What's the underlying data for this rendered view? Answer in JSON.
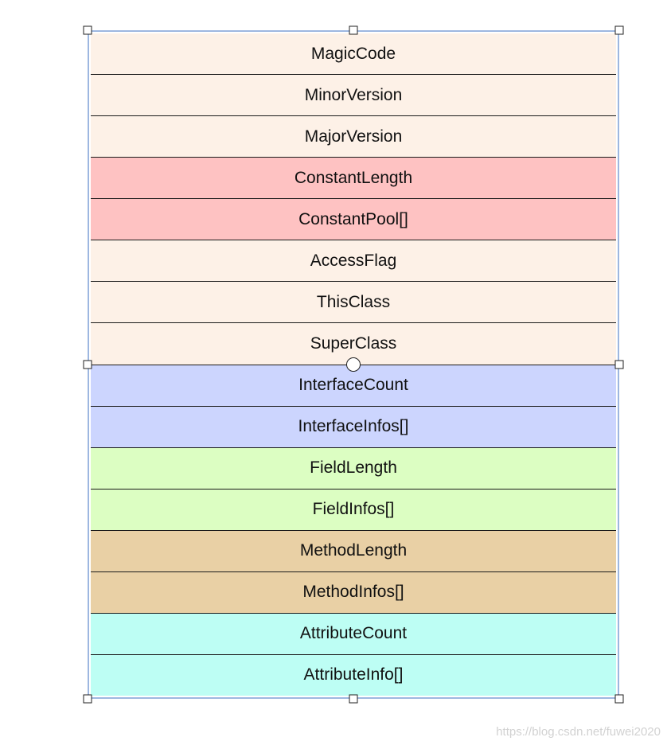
{
  "rows": [
    {
      "label": "MagicCode",
      "color": "#fdf1e7"
    },
    {
      "label": "MinorVersion",
      "color": "#fdf1e7"
    },
    {
      "label": "MajorVersion",
      "color": "#fdf1e7"
    },
    {
      "label": "ConstantLength",
      "color": "#fec2c2"
    },
    {
      "label": "ConstantPool[]",
      "color": "#fec2c2"
    },
    {
      "label": "AccessFlag",
      "color": "#fdf1e7"
    },
    {
      "label": "ThisClass",
      "color": "#fdf1e7"
    },
    {
      "label": "SuperClass",
      "color": "#fdf1e7"
    },
    {
      "label": "InterfaceCount",
      "color": "#ccd5fe"
    },
    {
      "label": "InterfaceInfos[]",
      "color": "#ccd5fe"
    },
    {
      "label": "FieldLength",
      "color": "#dcfec2"
    },
    {
      "label": "FieldInfos[]",
      "color": "#dcfec2"
    },
    {
      "label": "MethodLength",
      "color": "#e9d0a5"
    },
    {
      "label": "MethodInfos[]",
      "color": "#e9d0a5"
    },
    {
      "label": "AttributeCount",
      "color": "#bdfef4"
    },
    {
      "label": "AttributeInfo[]",
      "color": "#bdfef4"
    }
  ],
  "watermark": "https://blog.csdn.net/fuwei2020"
}
